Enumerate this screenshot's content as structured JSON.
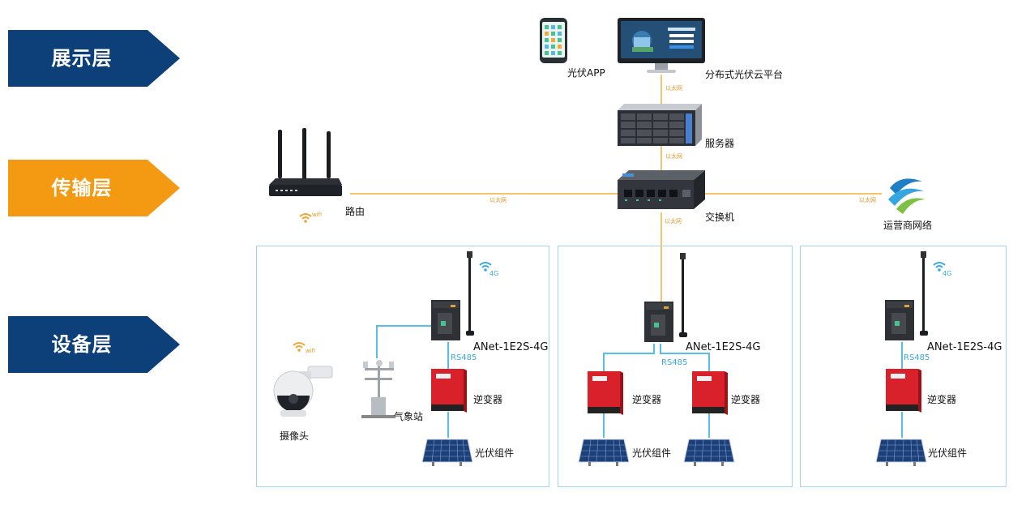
{
  "layers": {
    "display": "展示层",
    "transmission": "传输层",
    "device": "设备层"
  },
  "colors": {
    "navy": "#0d3f78",
    "orange": "#f39a12",
    "ethernet": "#f7c46a",
    "rs485": "#57bde9",
    "panel_border": "#9fd5f0",
    "inverter": "#d8212a"
  },
  "top": {
    "app_label": "光伏APP",
    "platform_label": "分布式光伏云平台",
    "server_label": "服务器",
    "switch_label": "交换机",
    "router_label": "路由",
    "carrier_label": "运营商网络",
    "ethernet_label": "以太网",
    "wifi_text": "wifi"
  },
  "groups": {
    "gateway_label": "ANet-1E2S-4G",
    "inverter_label": "逆变器",
    "pv_label": "光伏组件",
    "rs485": "RS485",
    "net4g": "4G",
    "camera_label": "摄像头",
    "weather_label": "气象站"
  }
}
